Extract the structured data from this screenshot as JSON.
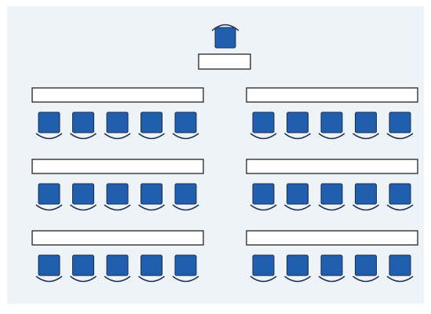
{
  "diagram": {
    "type": "classroom-seating-layout",
    "colors": {
      "background": "#ffffff",
      "room_floor": "#eef3f8",
      "seat_fill": "#1f5fad",
      "seat_stroke": "#1a2f56",
      "desk_fill": "#ffffff",
      "desk_stroke": "#333333"
    },
    "instructor": {
      "seat_count": 1,
      "desk_count": 1
    },
    "student_area": {
      "columns": 2,
      "rows": 3,
      "desks_per_group": 1,
      "seats_per_desk": 5,
      "total_student_seats": 30
    }
  }
}
